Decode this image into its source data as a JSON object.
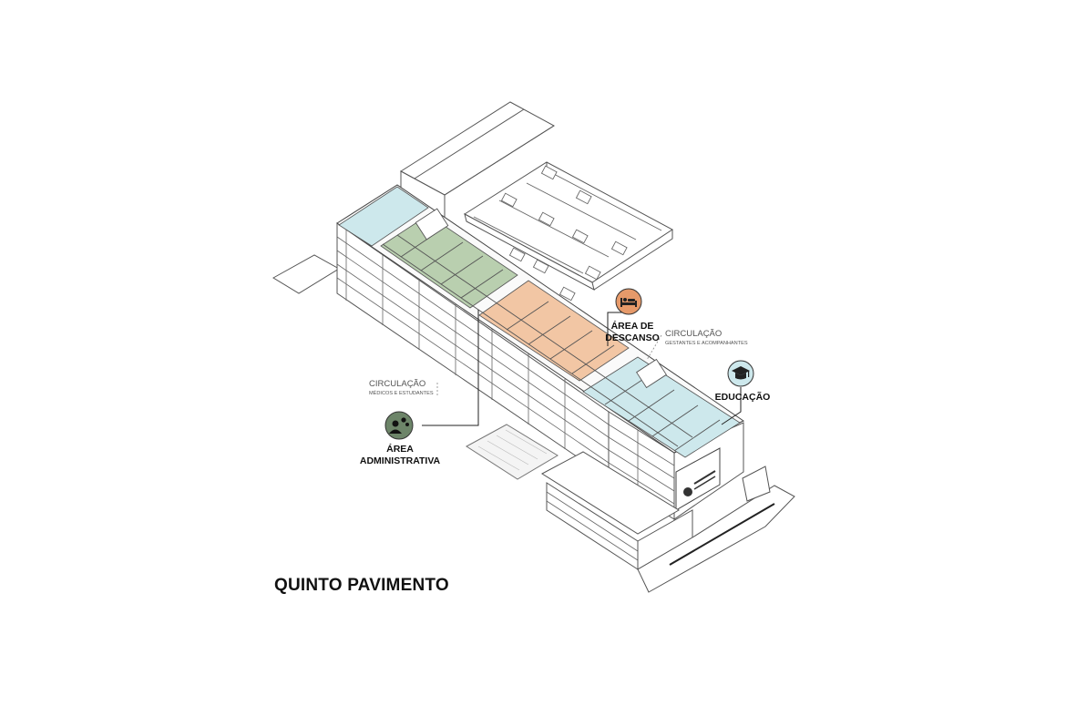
{
  "title": "QUINTO PAVIMENTO",
  "labels": {
    "rest_area": [
      "ÁREA DE",
      "DESCANSO"
    ],
    "circulation_patients": {
      "title": "CIRCULAÇÃO",
      "subtitle": "GESTANTES E ACOMPANHANTES"
    },
    "education": "EDUCAÇÃO",
    "circulation_staff": {
      "title": "CIRCULAÇÃO",
      "subtitle": "MÉDICOS E ESTUDANTES"
    },
    "admin_area": [
      "ÁREA",
      "ADMINISTRATIVA"
    ]
  },
  "colors": {
    "admin_zone": "#b9cfaf",
    "rest_zone": "#f2c6a4",
    "education_zone": "#cde8ec",
    "admin_badge": "#6d8569",
    "rest_badge": "#e69a6a",
    "education_badge": "#cde8ec"
  },
  "icons": {
    "admin_area": "person-gears-icon",
    "rest_area": "bed-icon",
    "education": "graduation-cap-icon"
  }
}
